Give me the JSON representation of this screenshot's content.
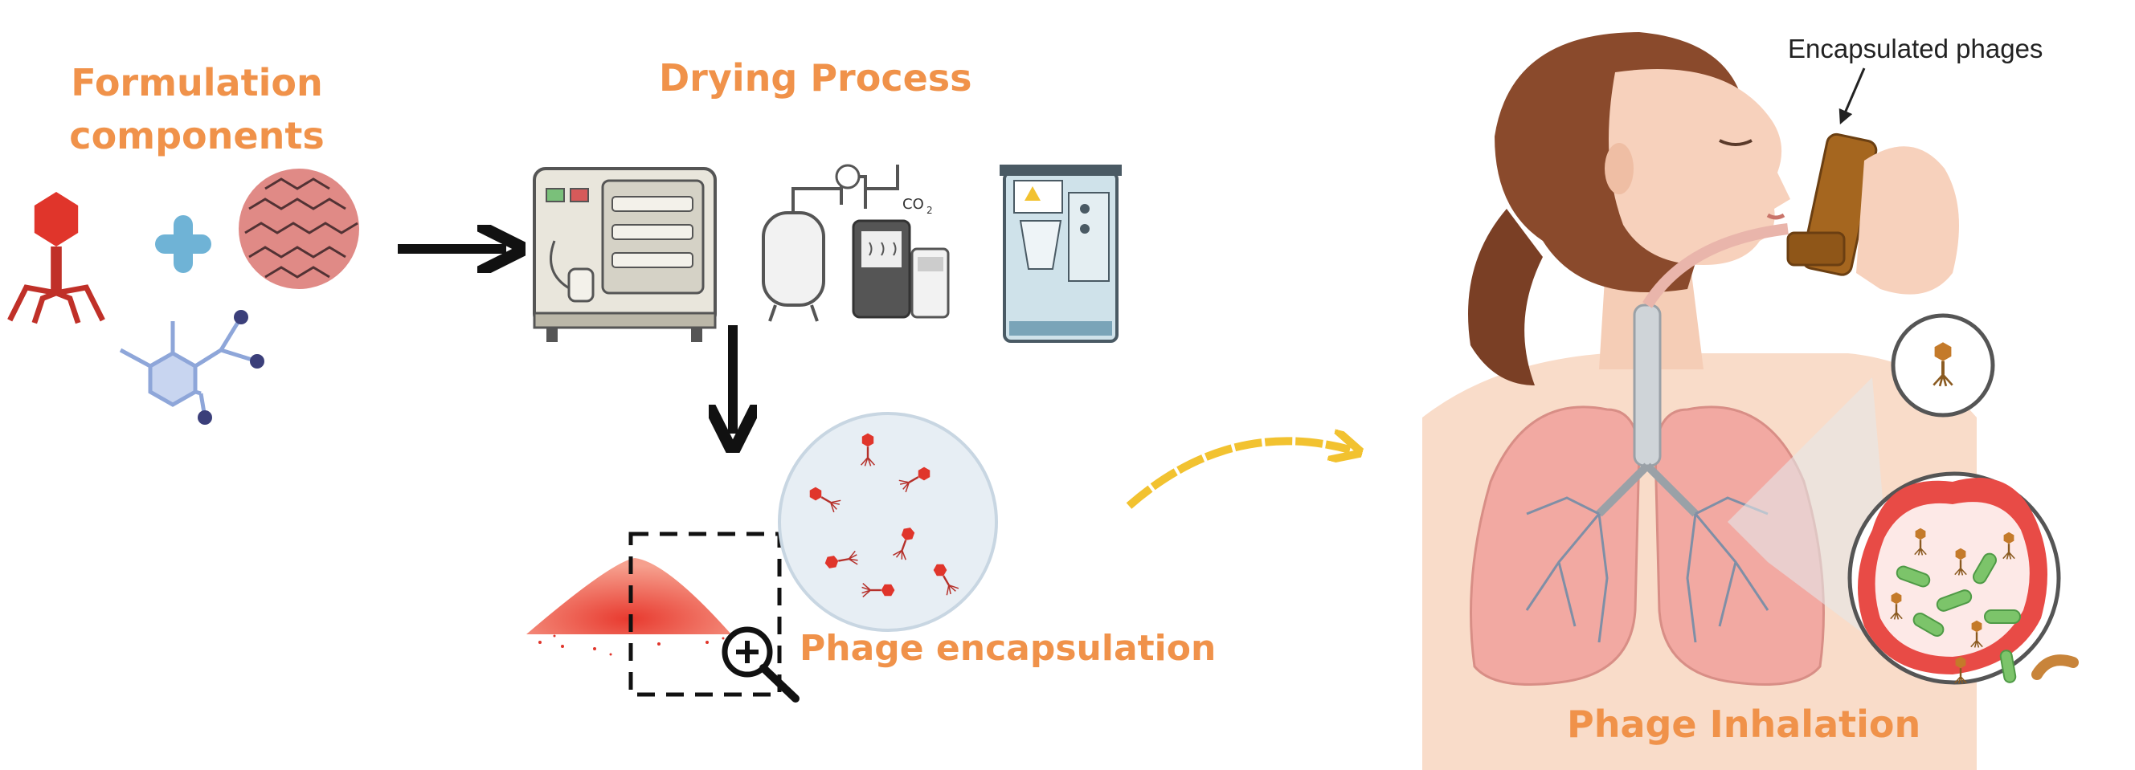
{
  "labels": {
    "formulation_line1": "Formulation",
    "formulation_line2": "components",
    "drying": "Drying Process",
    "encapsulation": "Phage encapsulation",
    "inhalation": "Phage Inhalation",
    "encapsulated_phages": "Encapsulated phages"
  },
  "colors": {
    "label_orange": "#f0924a",
    "phage_red": "#e0352b",
    "yellow_arrow": "#f2c230",
    "lung_pink": "#f2a9a2",
    "bacteria_green": "#7cc46a",
    "inhaler_brown": "#a5661f"
  },
  "icons": [
    "bacteriophage-icon",
    "plus-icon",
    "polymer-particle-icon",
    "molecule-icon",
    "freeze-dryer-icon",
    "gas-tank-icon",
    "spray-dryer-icon",
    "powder-pile-icon",
    "magnifier-icon",
    "inhaler-icon",
    "lungs-icon",
    "alveolus-icon"
  ]
}
